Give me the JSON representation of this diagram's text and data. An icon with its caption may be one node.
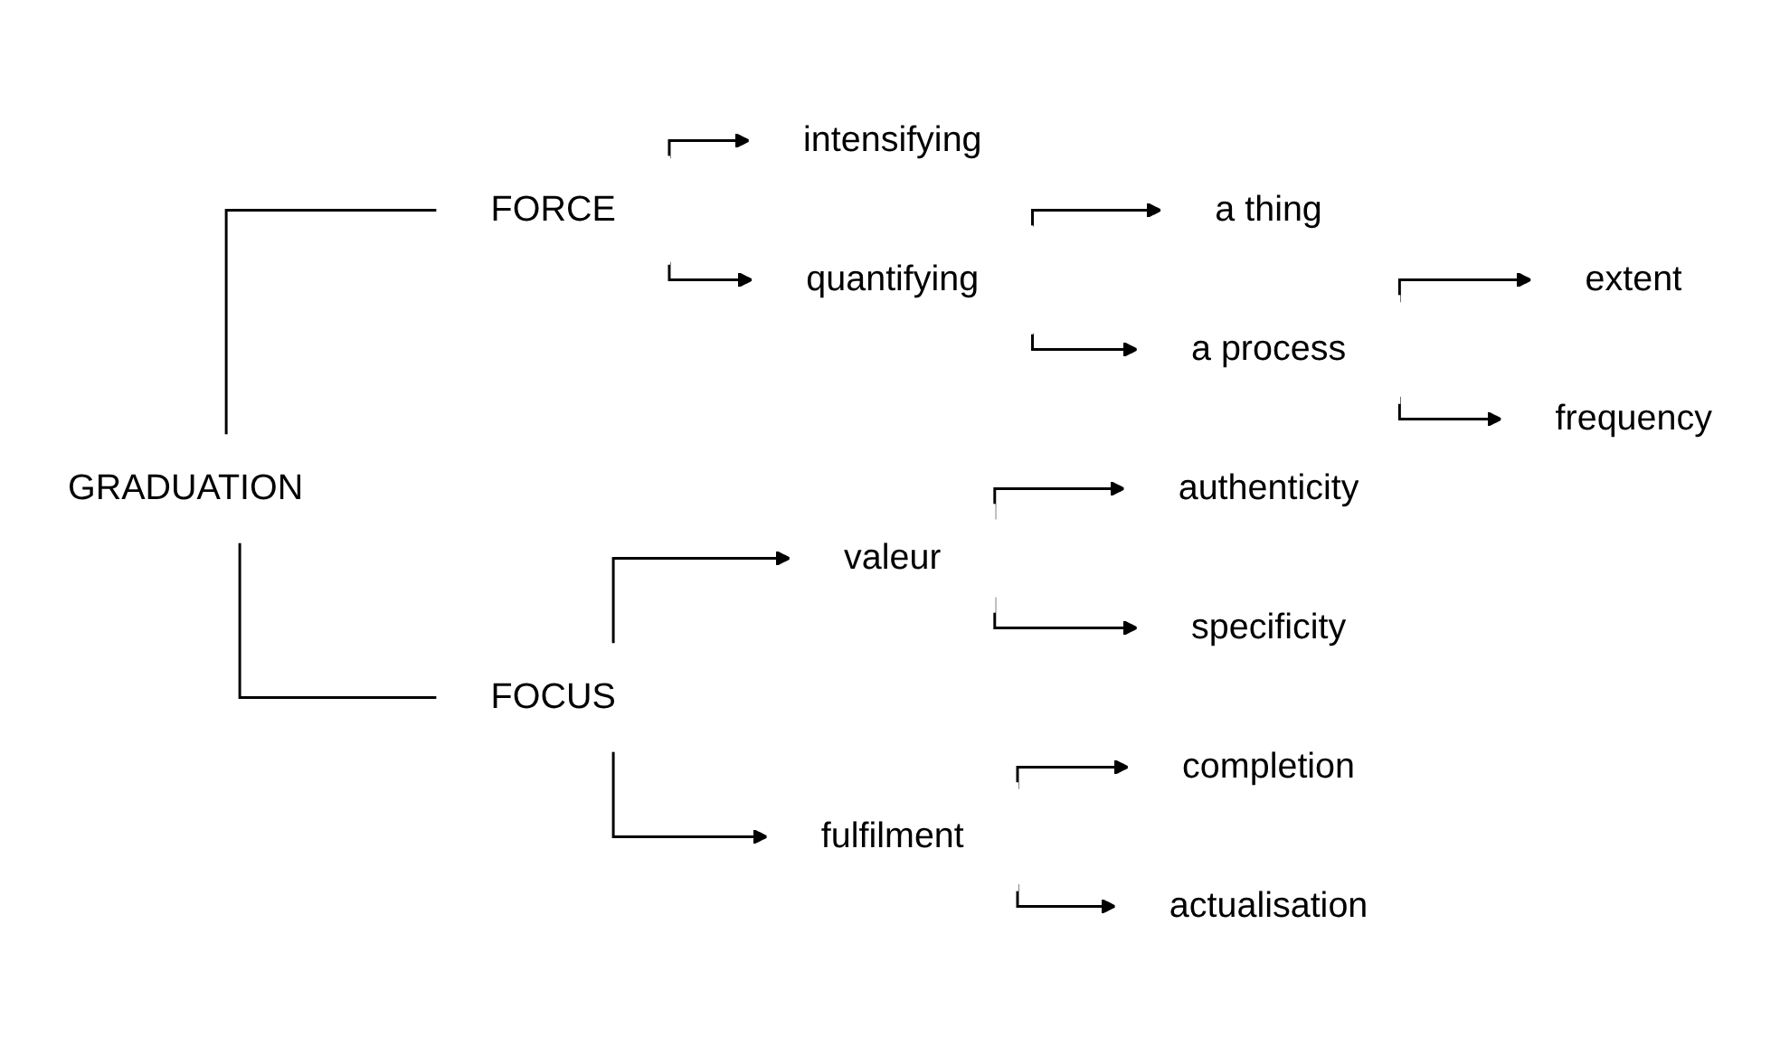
{
  "diagram": {
    "nodes": [
      {
        "text": [
          "GRADUATION"
        ]
      },
      {
        "text": [
          "FORCE"
        ]
      },
      {
        "text": [
          "intensifying"
        ]
      },
      {
        "text": [
          "quantifying"
        ]
      },
      {
        "text": [
          "a thing"
        ]
      },
      {
        "text": [
          "a process"
        ]
      },
      {
        "text": [
          "extent"
        ]
      },
      {
        "text": [
          "frequency"
        ]
      },
      {
        "text": [
          "FOCUS"
        ]
      },
      {
        "text": [
          "valeur"
        ]
      },
      {
        "text": [
          "authenticity"
        ]
      },
      {
        "text": [
          "specificity"
        ]
      },
      {
        "text": [
          "fulfilment"
        ]
      },
      {
        "text": [
          "completion"
        ]
      },
      {
        "text": [
          "actualisation"
        ]
      }
    ],
    "edges": [
      {
        "from": 0,
        "to": 1,
        "arrow": "none"
      },
      {
        "from": 0,
        "to": 8,
        "arrow": "none"
      },
      {
        "from": 1,
        "to": 2,
        "arrow": "to"
      },
      {
        "from": 1,
        "to": 3,
        "arrow": "to"
      },
      {
        "from": 3,
        "to": 4,
        "arrow": "to"
      },
      {
        "from": 3,
        "to": 5,
        "arrow": "to"
      },
      {
        "from": 5,
        "to": 6,
        "arrow": "to"
      },
      {
        "from": 5,
        "to": 7,
        "arrow": "to"
      },
      {
        "from": 8,
        "to": 9,
        "arrow": "to"
      },
      {
        "from": 8,
        "to": 12,
        "arrow": "to"
      },
      {
        "from": 9,
        "to": 10,
        "arrow": "to"
      },
      {
        "from": 9,
        "to": 11,
        "arrow": "to"
      },
      {
        "from": 12,
        "to": 13,
        "arrow": "to"
      },
      {
        "from": 12,
        "to": 14,
        "arrow": "to"
      }
    ]
  }
}
